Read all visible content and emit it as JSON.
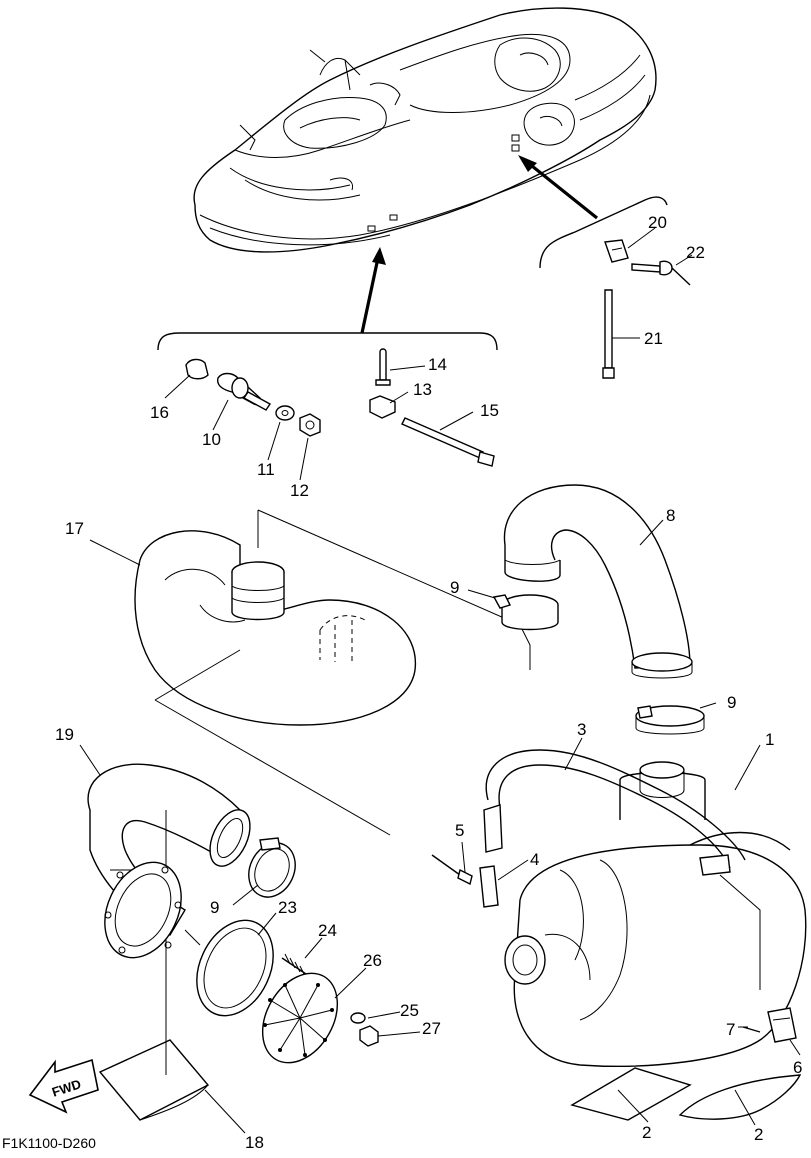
{
  "diagram": {
    "drawing_code": "F1K1100-D260",
    "direction_label": "FWD",
    "callouts": [
      {
        "id": "c1",
        "label": "1"
      },
      {
        "id": "c2a",
        "label": "2"
      },
      {
        "id": "c2b",
        "label": "2"
      },
      {
        "id": "c3",
        "label": "3"
      },
      {
        "id": "c4",
        "label": "4"
      },
      {
        "id": "c5",
        "label": "5"
      },
      {
        "id": "c6",
        "label": "6"
      },
      {
        "id": "c7",
        "label": "7"
      },
      {
        "id": "c8",
        "label": "8"
      },
      {
        "id": "c9a",
        "label": "9"
      },
      {
        "id": "c9b",
        "label": "9"
      },
      {
        "id": "c9c",
        "label": "9"
      },
      {
        "id": "c10",
        "label": "10"
      },
      {
        "id": "c11",
        "label": "11"
      },
      {
        "id": "c12",
        "label": "12"
      },
      {
        "id": "c13",
        "label": "13"
      },
      {
        "id": "c14",
        "label": "14"
      },
      {
        "id": "c15",
        "label": "15"
      },
      {
        "id": "c16",
        "label": "16"
      },
      {
        "id": "c17",
        "label": "17"
      },
      {
        "id": "c18",
        "label": "18"
      },
      {
        "id": "c19",
        "label": "19"
      },
      {
        "id": "c20",
        "label": "20"
      },
      {
        "id": "c21",
        "label": "21"
      },
      {
        "id": "c22",
        "label": "22"
      },
      {
        "id": "c23",
        "label": "23"
      },
      {
        "id": "c24",
        "label": "24"
      },
      {
        "id": "c25",
        "label": "25"
      },
      {
        "id": "c26",
        "label": "26"
      },
      {
        "id": "c27",
        "label": "27"
      }
    ]
  }
}
